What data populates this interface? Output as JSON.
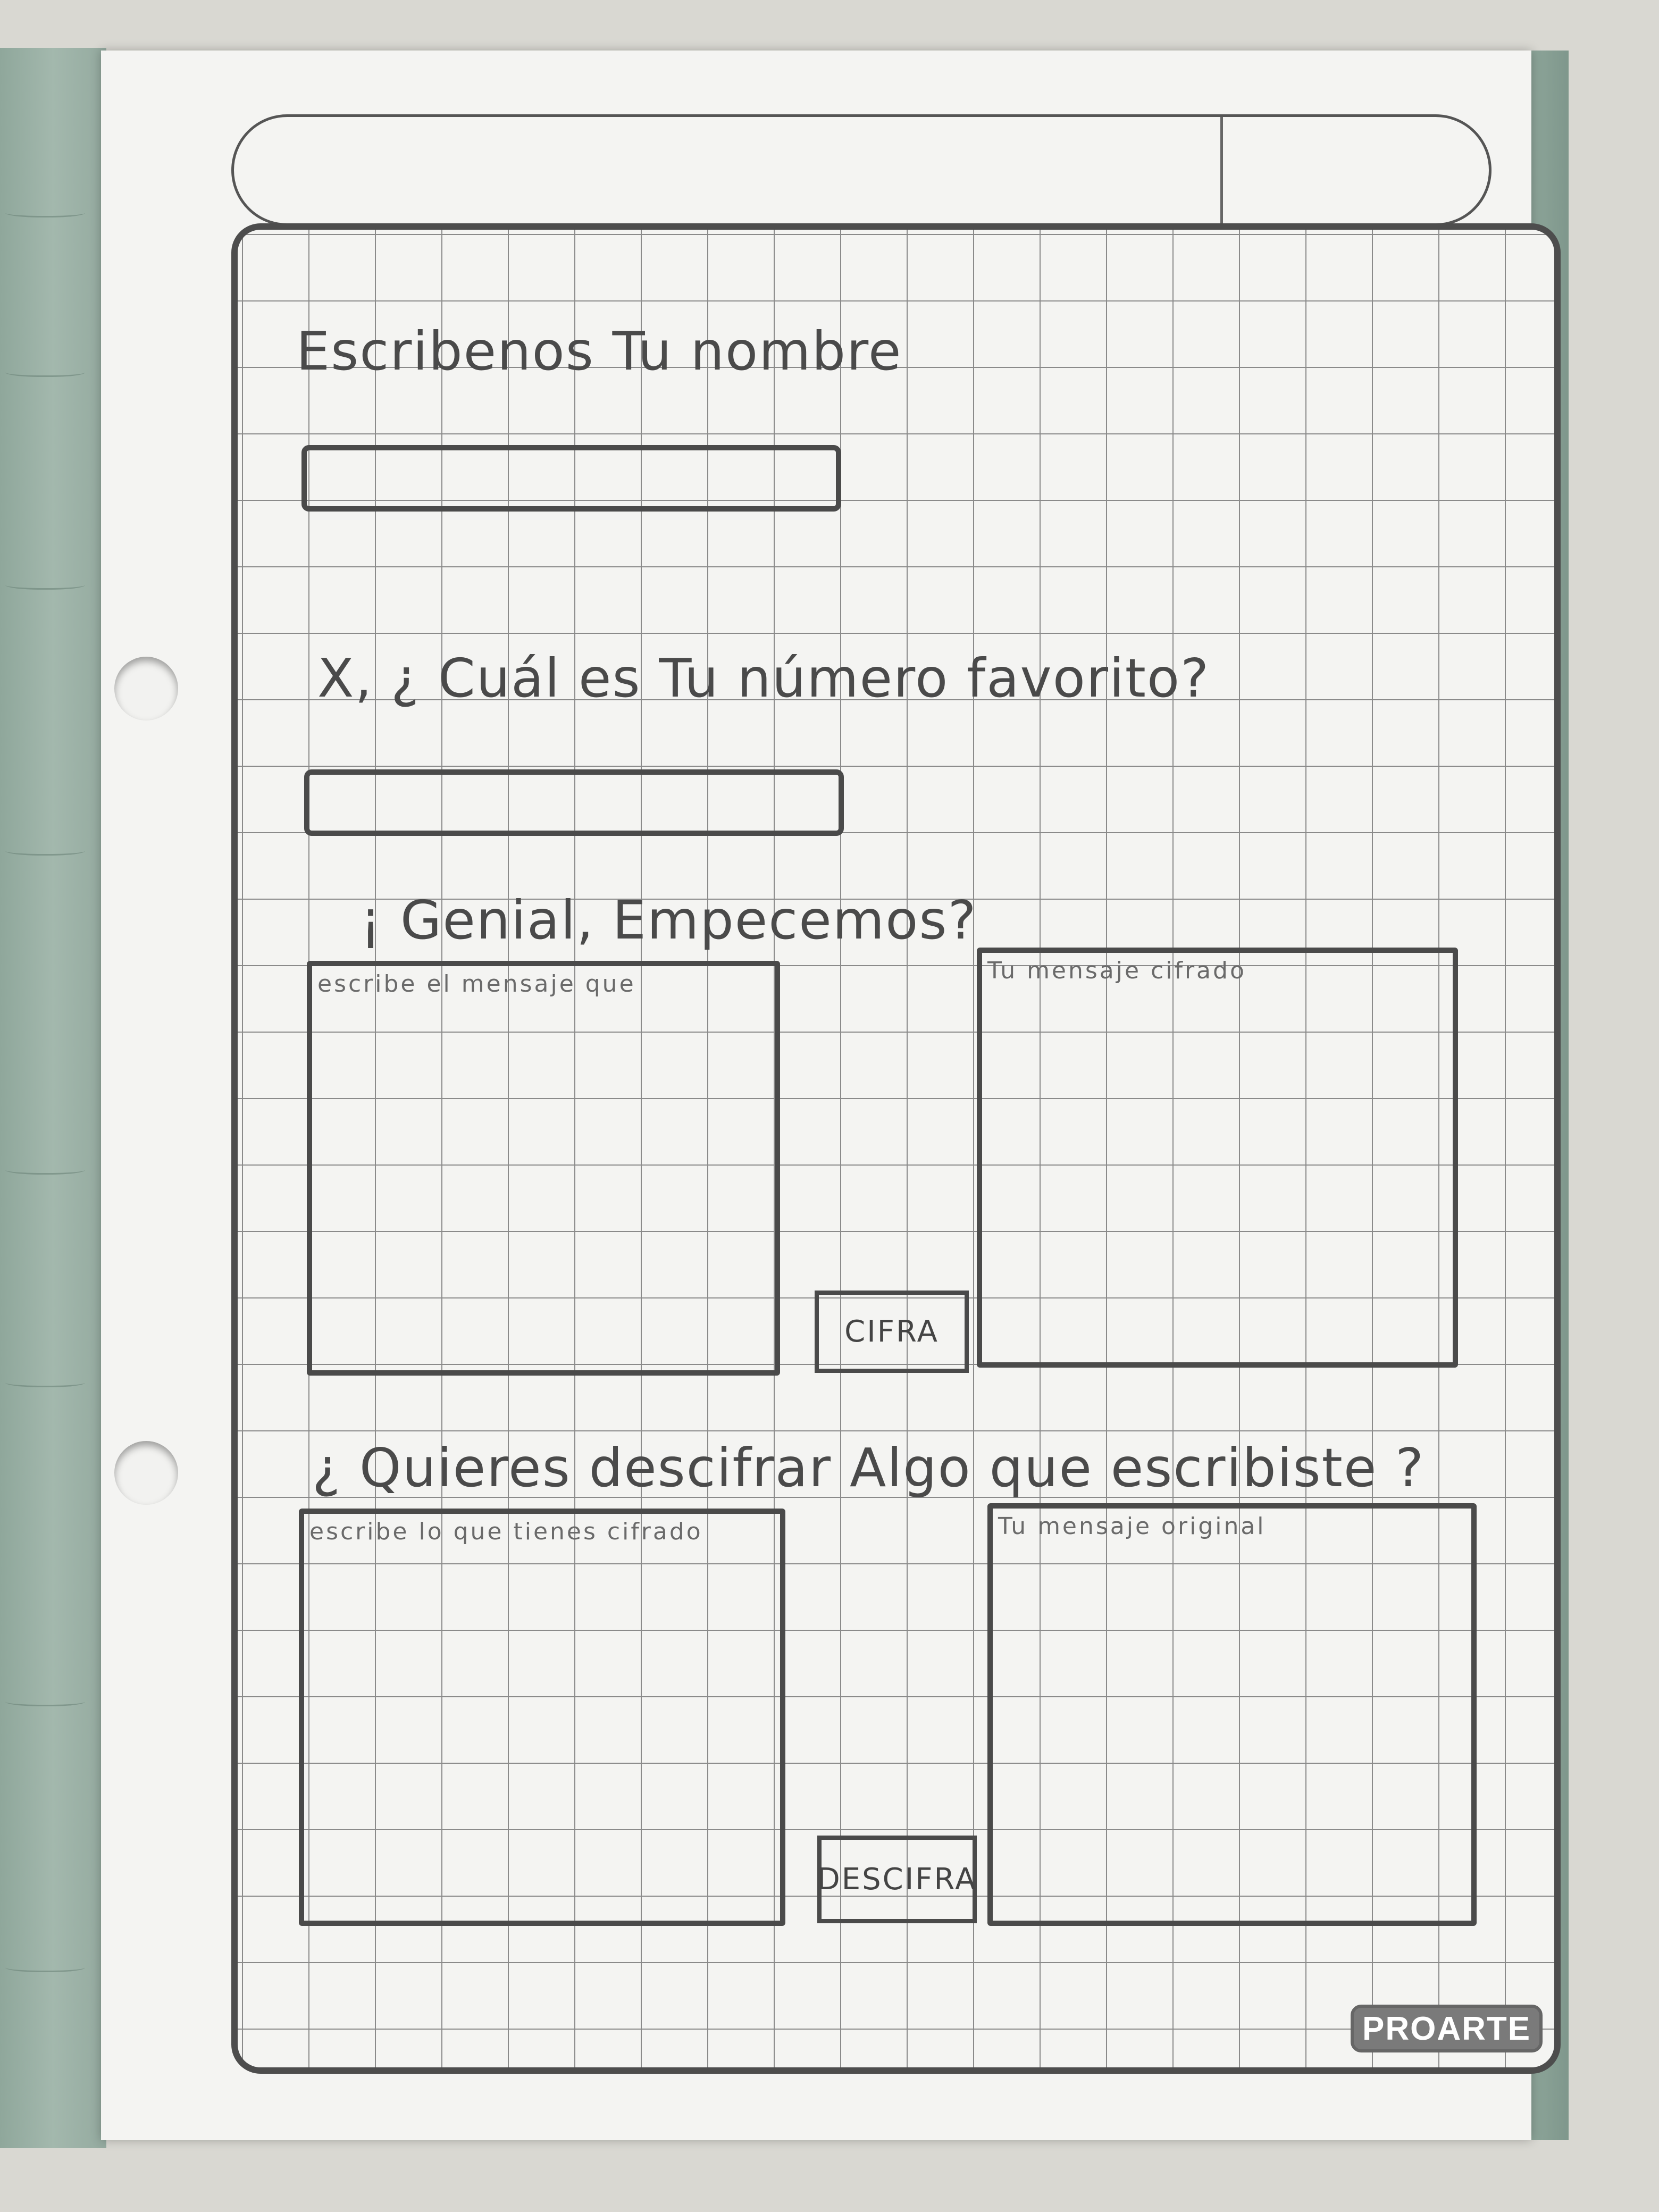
{
  "form": {
    "name_label": "Escribenos Tu nombre",
    "number_label": "X, ¿ Cuál es Tu número favorito?",
    "start_label": "¡ Genial, Empecemos?",
    "cipher": {
      "input_label": "escribe el mensaje que",
      "output_label": "Tu mensaje cifrado",
      "button_label": "CIFRA"
    },
    "decipher": {
      "question": "¿ Quieres descifrar Algo que escribiste ?",
      "input_label": "escribe lo que tienes cifrado",
      "output_label": "Tu mensaje original",
      "button_label": "DESCIFRA"
    }
  },
  "brand": {
    "logo_text": "PROARTE"
  },
  "colors": {
    "ink": "#4a4a4a",
    "grid": "#8a8a8a",
    "paper": "#f4f4f2",
    "binder": "#94aa9f"
  }
}
